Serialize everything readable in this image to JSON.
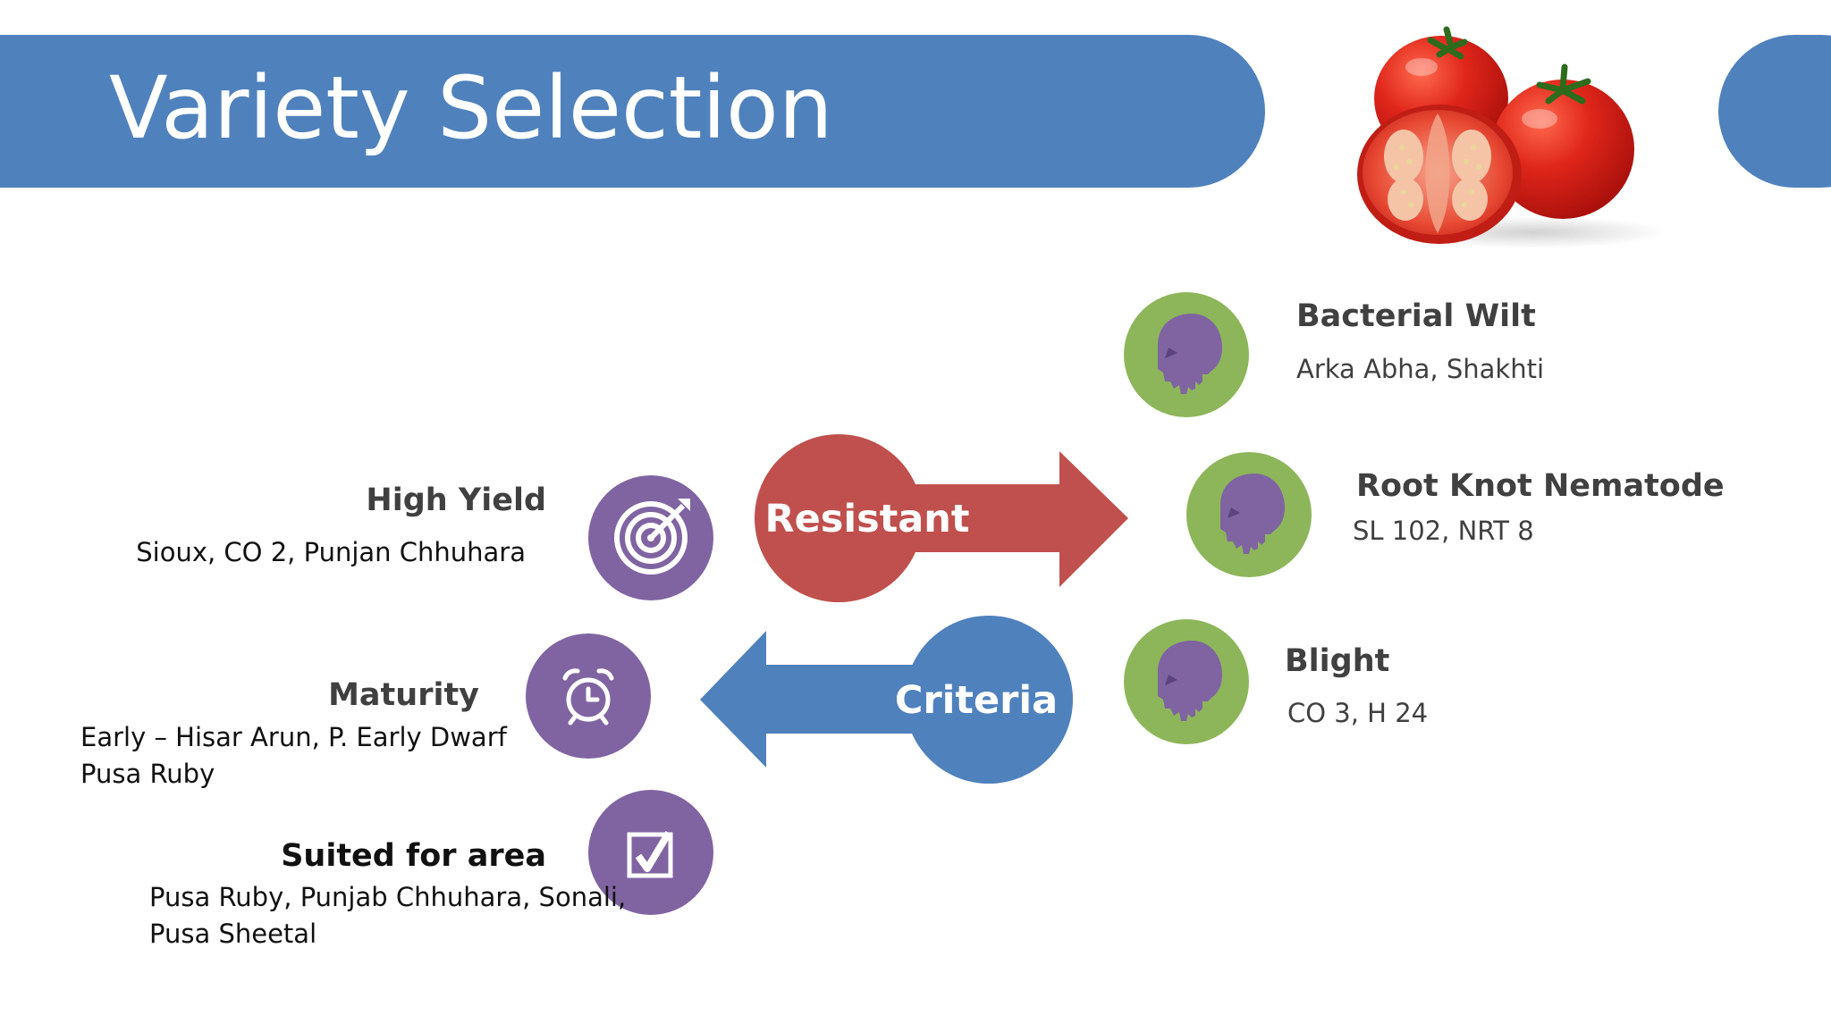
{
  "title": "Variety Selection",
  "center": {
    "resistant_label": "Resistant",
    "criteria_label": "Criteria"
  },
  "resistant_items": [
    {
      "heading": "Bacterial Wilt",
      "varieties": "Arka Abha, Shakhti",
      "icon": "skull-icon"
    },
    {
      "heading": "Root Knot Nematode",
      "varieties": "SL 102, NRT 8",
      "icon": "skull-icon"
    },
    {
      "heading": "Blight",
      "varieties": "CO 3, H 24",
      "icon": "skull-icon"
    }
  ],
  "criteria_items": [
    {
      "heading": "High Yield",
      "varieties": [
        "Sioux, CO 2, Punjan Chhuhara"
      ],
      "icon": "target-icon"
    },
    {
      "heading": "Maturity",
      "varieties": [
        "Early – Hisar Arun, P. Early Dwarf",
        "Pusa Ruby"
      ],
      "icon": "alarm-clock-icon"
    },
    {
      "heading": "Suited for area",
      "varieties": [
        "Pusa Ruby, Punjab Chhuhara, Sonali,",
        "Pusa Sheetal"
      ],
      "icon": "checkbox-icon"
    }
  ],
  "colors": {
    "title_bar": "#4f81bd",
    "resistant": "#c0504d",
    "criteria": "#4f81bd",
    "resistant_icon_bg": "#8db65a",
    "criteria_icon_bg": "#8064a2",
    "skull": "#8064a2"
  }
}
